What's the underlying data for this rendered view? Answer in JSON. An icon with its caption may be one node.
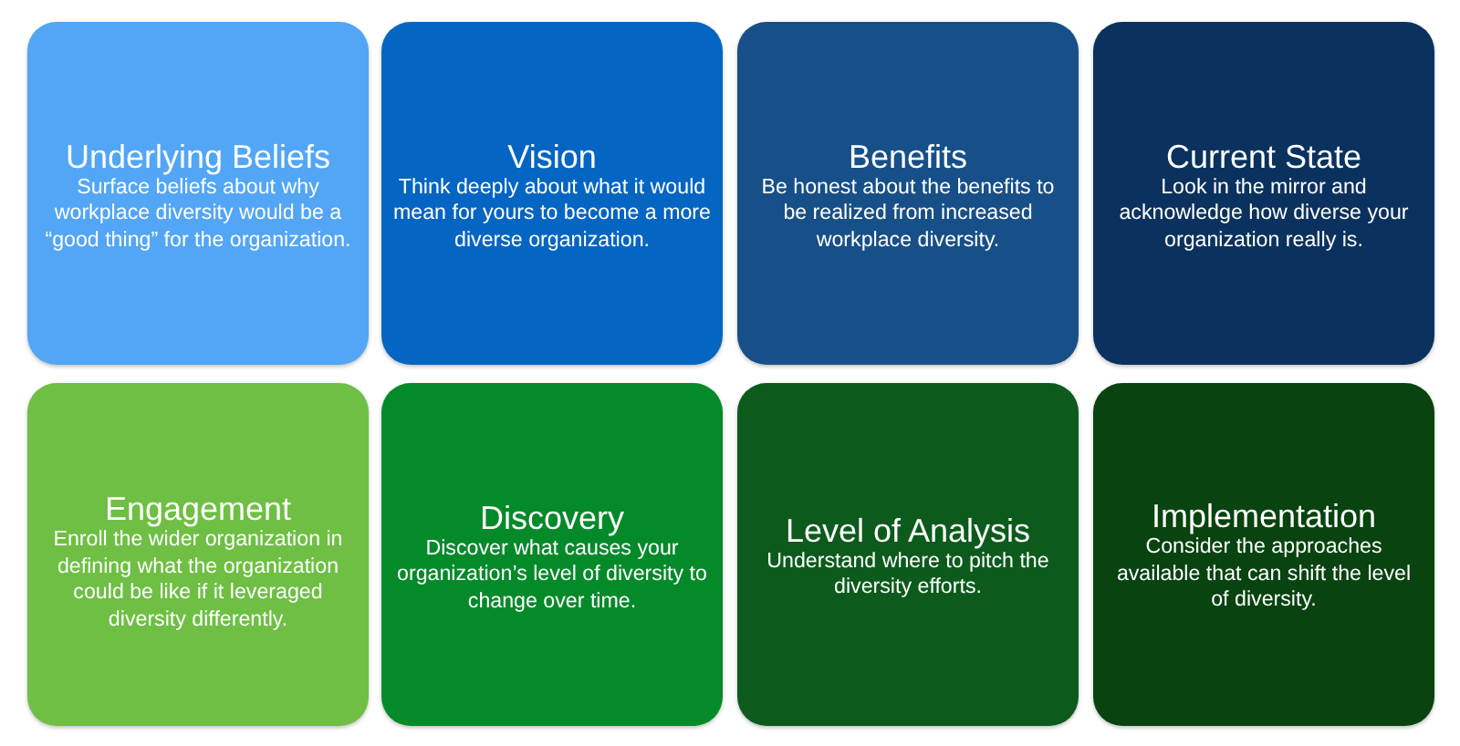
{
  "diagram": {
    "nodes": [
      {
        "text": [
          "Underlying Beliefs",
          "Surface beliefs about why workplace diversity would be a “good thing” for the organization."
        ]
      },
      {
        "text": [
          "Vision",
          "Think deeply about what it would mean for yours to become a more diverse organization."
        ]
      },
      {
        "text": [
          "Benefits",
          "Be honest about the benefits to be realized from increased workplace diversity."
        ]
      },
      {
        "text": [
          "Current State",
          "Look in the mirror and acknowledge how diverse your organization really is."
        ]
      },
      {
        "text": [
          "Engagement",
          "Enroll the wider organization in defining what the organization could be like if it leveraged diversity differently."
        ]
      },
      {
        "text": [
          "Discovery",
          "Discover what causes your organization’s level of diversity to change over time."
        ]
      },
      {
        "text": [
          "Level of Analysis",
          "Understand where to pitch the diversity efforts."
        ]
      },
      {
        "text": [
          "Implementation",
          "Consider the approaches available that can shift the level of diversity."
        ]
      }
    ]
  }
}
